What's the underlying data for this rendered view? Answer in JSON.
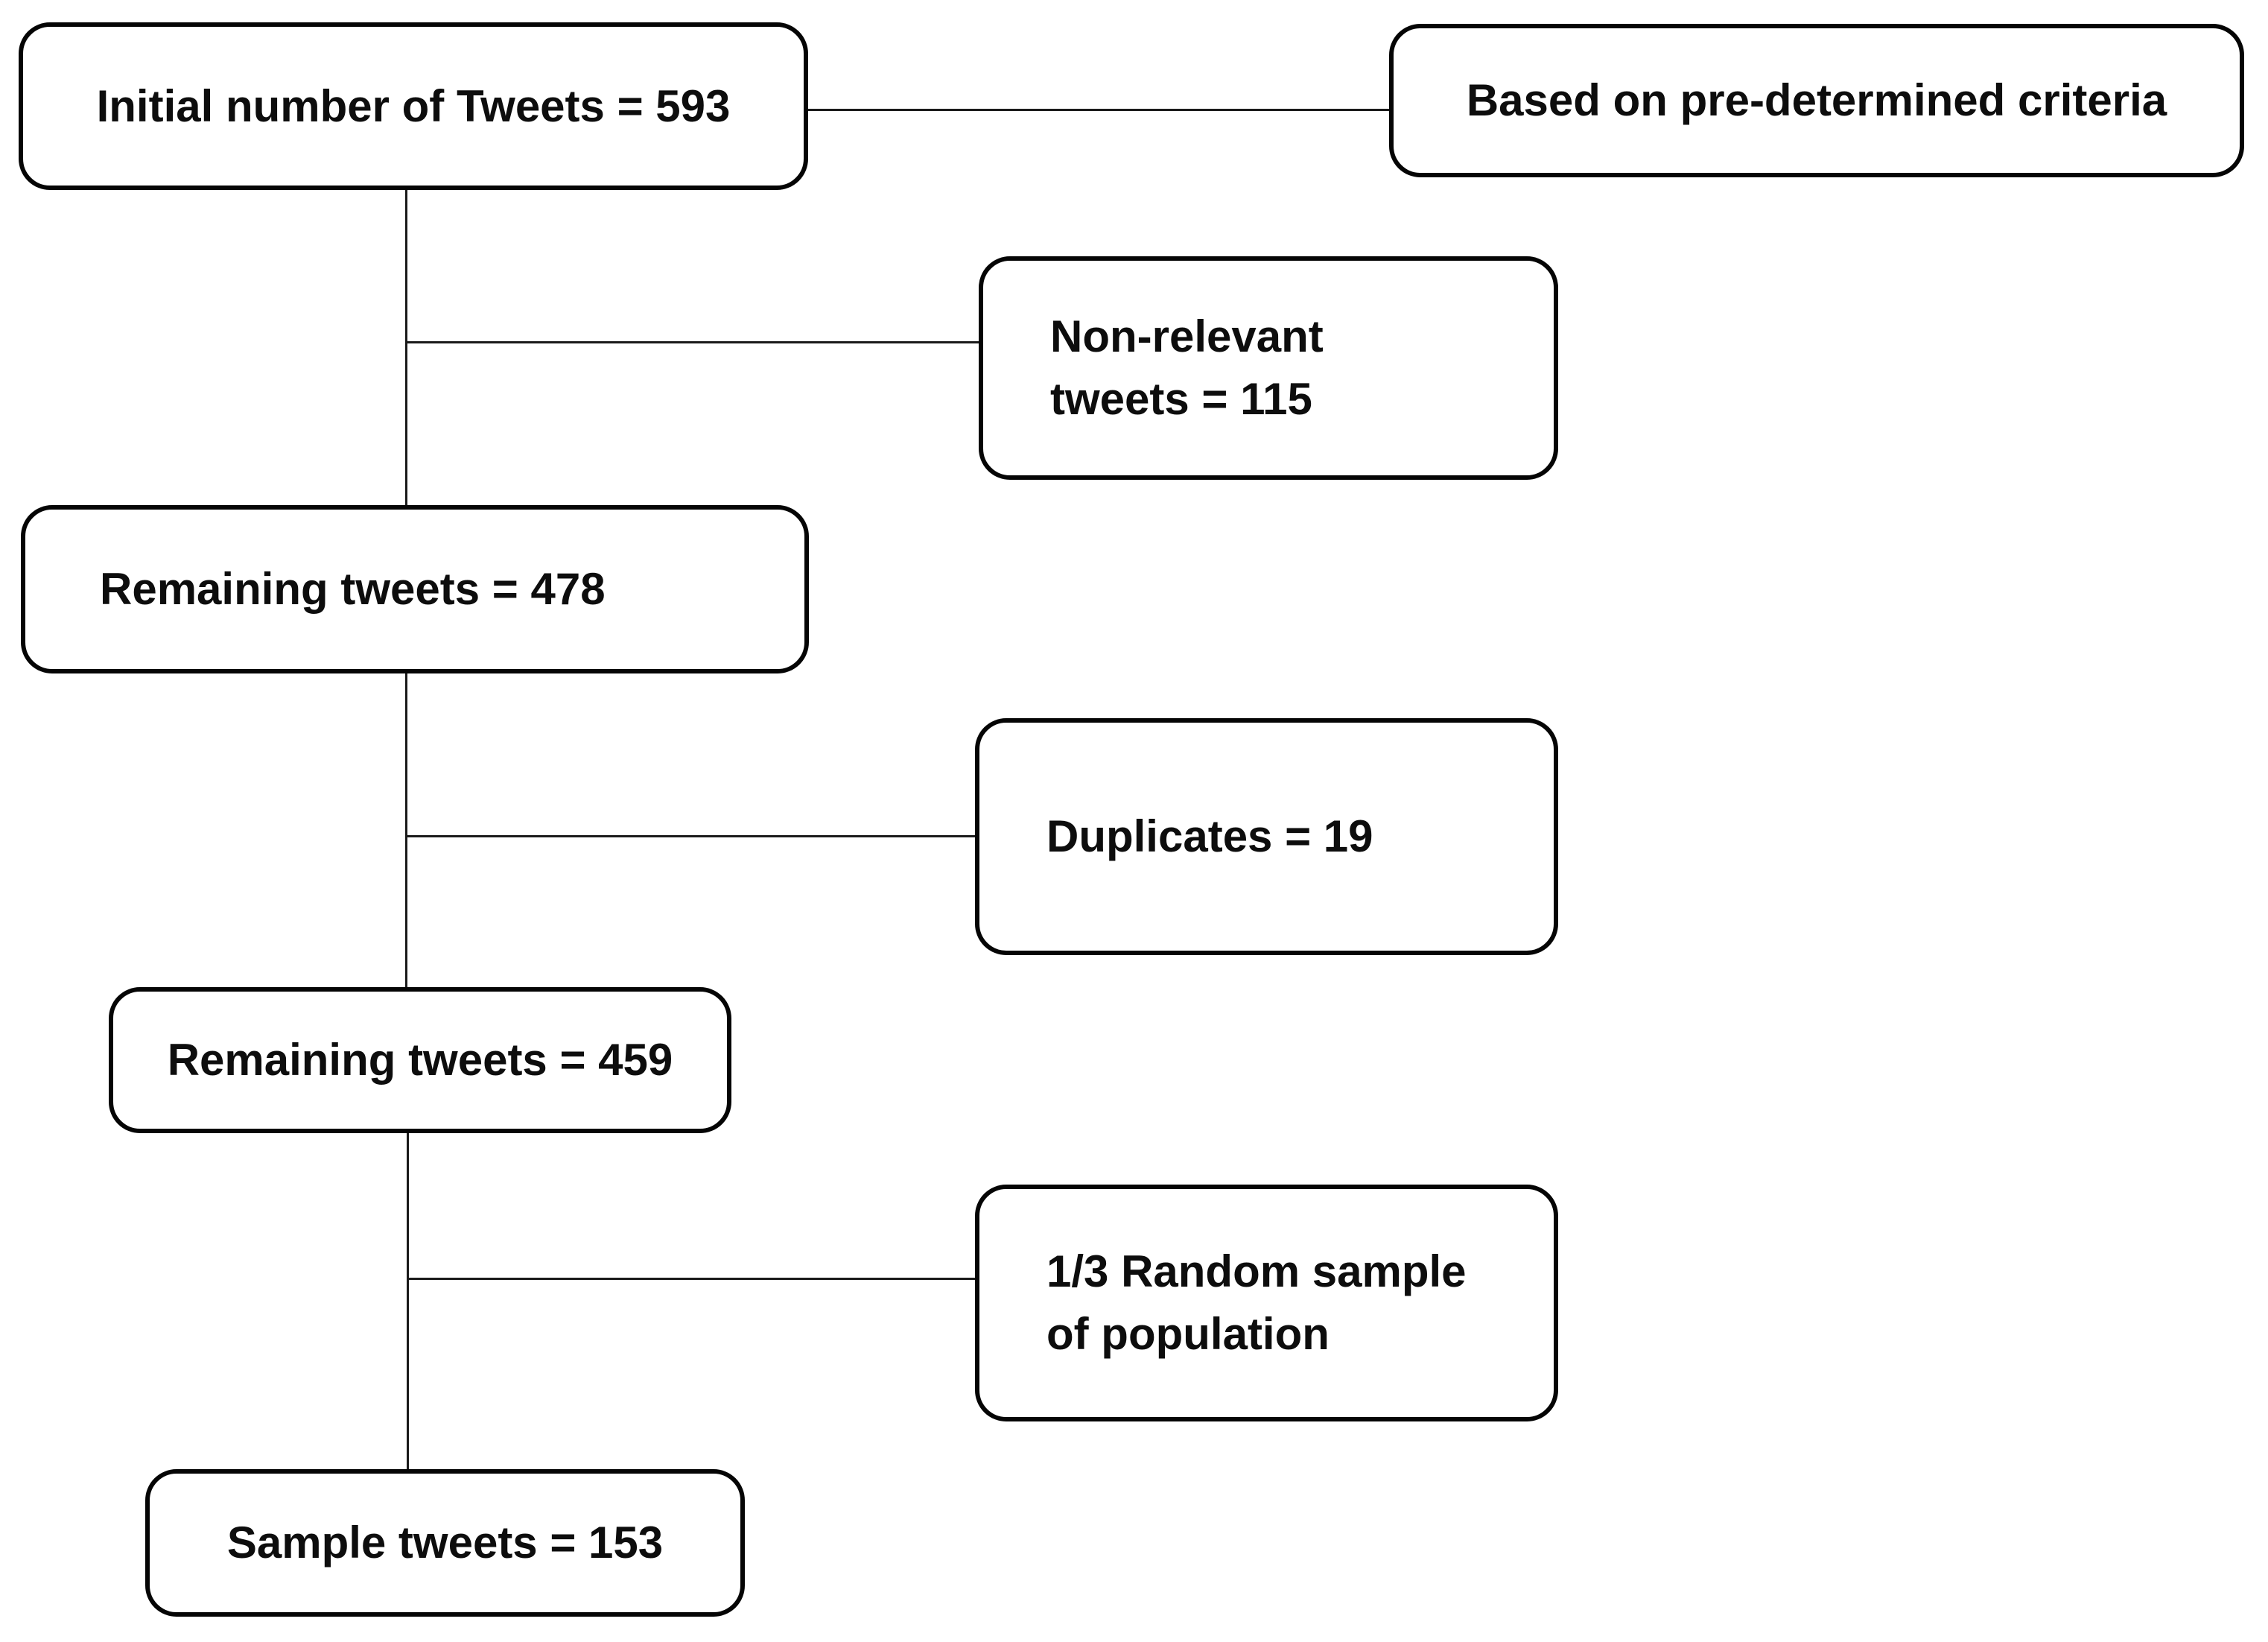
{
  "diagram": {
    "type": "flowchart",
    "colors": {
      "background": "#ffffff",
      "box_border": "#050505",
      "connector": "#1a1a1a",
      "text": "#0d0d0d"
    },
    "nodes": {
      "initial": {
        "label": "Initial number of Tweets = 593"
      },
      "criteria": {
        "label": "Based on pre-determined criteria"
      },
      "non_relevant": {
        "label": "Non-relevant\ntweets = 115"
      },
      "remaining_478": {
        "label": "Remaining tweets = 478"
      },
      "duplicates": {
        "label": "Duplicates = 19"
      },
      "remaining_459": {
        "label": "Remaining tweets = 459"
      },
      "random_sample": {
        "label": "1/3 Random sample\nof population"
      },
      "sample": {
        "label": "Sample tweets = 153"
      }
    },
    "edges": [
      {
        "from": "initial",
        "to": "criteria",
        "style": "horizontal"
      },
      {
        "from": "initial",
        "to": "remaining_478",
        "style": "vertical"
      },
      {
        "from": "initial",
        "to": "non_relevant",
        "style": "branch"
      },
      {
        "from": "remaining_478",
        "to": "remaining_459",
        "style": "vertical"
      },
      {
        "from": "remaining_478",
        "to": "duplicates",
        "style": "branch"
      },
      {
        "from": "remaining_459",
        "to": "sample",
        "style": "vertical"
      },
      {
        "from": "remaining_459",
        "to": "random_sample",
        "style": "branch"
      }
    ]
  }
}
